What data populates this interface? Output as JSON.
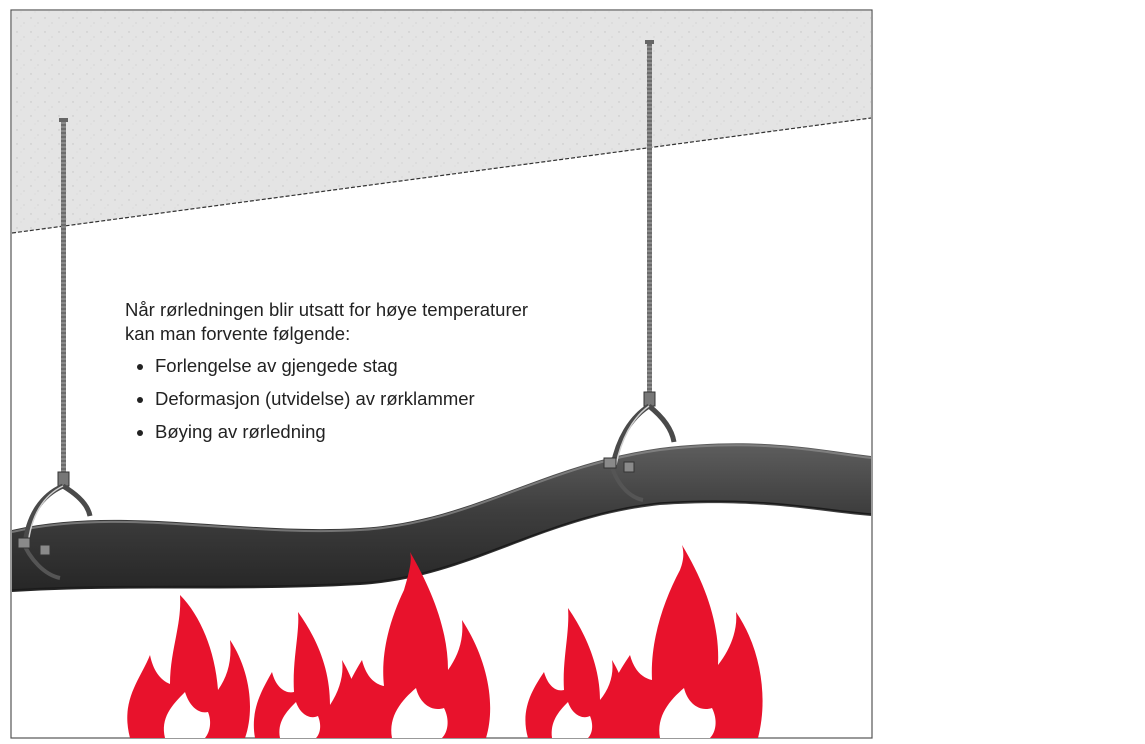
{
  "heading": {
    "line1": "Når rørledningen blir utsatt for høye temperaturer",
    "line2": "kan man forvente følgende:"
  },
  "effects": [
    "Forlengelse av gjengede stag",
    "Deformasjon (utvidelse) av rørklammer",
    "Bøying av rørledning"
  ],
  "icons": {
    "thermometer": "thermometer-icon",
    "fire": "fire-icon"
  },
  "colors": {
    "flame": "#e8122c",
    "pipe": "#4a4a4a",
    "concrete": "#e4e4e4",
    "outline": "#333333",
    "thermometer_fluid": "#d81c24"
  }
}
